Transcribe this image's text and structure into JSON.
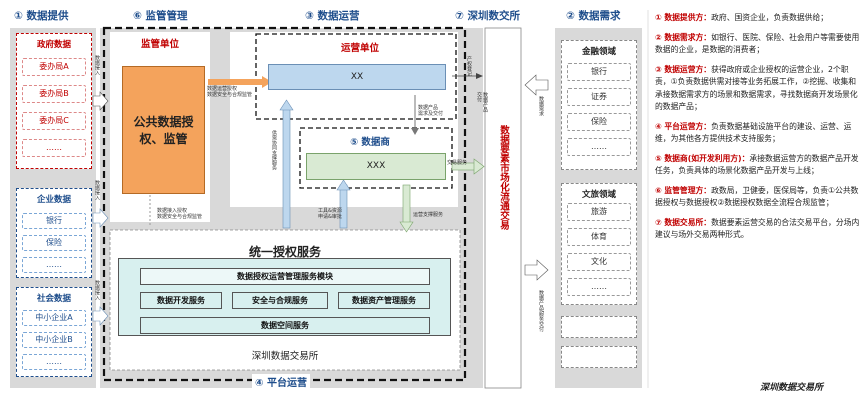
{
  "headers": {
    "h1": "① 数据提供",
    "h6": "⑥ 监管管理",
    "h3": "③ 数据运营",
    "h7": "⑦ 深圳数交所",
    "h2": "② 数据需求",
    "h4": "④ 平台运营",
    "h5": "⑤ 数据商"
  },
  "left": {
    "gov_title": "政府数据",
    "gov_items": [
      "委办局A",
      "委办局B",
      "委办局C",
      "……"
    ],
    "ent_title": "企业数据",
    "ent_items": [
      "银行",
      "保险",
      "……"
    ],
    "soc_title": "社会数据",
    "soc_items": [
      "中小企业A",
      "中小企业B",
      "……"
    ]
  },
  "supervise": {
    "title": "监管单位",
    "box_text": "公共数据授权、监管",
    "label_a": "数据运营授权\n数据安全与合规监管",
    "label_b": "数据接入授权\n数据安全与合规监管"
  },
  "operate": {
    "title": "运营单位",
    "unit_text": "XX",
    "dealer_text": "XXX",
    "label_product": "数据产品\n需求及交付",
    "label_tools": "工具&资源\n申请&审批",
    "label_ops": "运营支撑服务",
    "label_supply": "供需协同支撑服务",
    "label_service": "交易服务",
    "label_product_right": "数据产品\n交付"
  },
  "platform": {
    "title": "统一授权服务",
    "module": "数据授权运营管理服务模块",
    "svc1": "数据开发服务",
    "svc2": "安全与合规服务",
    "svc3": "数据资产管理服务",
    "svc4": "数据空间服务",
    "footer": "深圳数据交易所"
  },
  "left_vert_labels": [
    "数据接入",
    "数据接入",
    "数据接入"
  ],
  "market": {
    "title": "数据要素市场化流通交易",
    "left_lbl_top": "产权登记",
    "right_lbl_top": "数据需求",
    "right_lbl_bottom": "数据产品/服务交付"
  },
  "demand": {
    "fin_title": "金融领域",
    "fin_items": [
      "银行",
      "证券",
      "保险",
      "……"
    ],
    "cul_title": "文旅领域",
    "cul_items": [
      "旅游",
      "体育",
      "文化",
      "……"
    ]
  },
  "legend": [
    {
      "key": "① 数据提供方：",
      "text": "政府、国资企业，负责数据供给；"
    },
    {
      "key": "② 数据需求方：",
      "text": "如银行、医院、保险、社会用户等需要使用数据的企业，是数据的消费者；"
    },
    {
      "key": "③ 数据运营方：",
      "text": "获得政府或企业授权的运营企业，2个职责，①负责数据供需对接等业务拓展工作，②挖掘、收集和承接数据需求方的场景和数据需求，寻找数据商开发场景化的数据产品；"
    },
    {
      "key": "④ 平台运营方：",
      "text": "负责数据基础设施平台的建设、运营、运维，为其他各方提供技术支持服务；"
    },
    {
      "key": "⑤ 数据商(如开发利用方)：",
      "text": "承接数据运营方的数据产品开发任务，负责具体的场景化数据产品开发与上线；"
    },
    {
      "key": "⑥ 监管管理方：",
      "text": "政数局，卫健委，医保局等，负责①公共数据授权与数据授权②数据授权数据全流程合规监管；"
    },
    {
      "key": "⑦ 数据交易所：",
      "text": "数据要素运营交易的合法交易平台，分场内建议与场外交易两种形式。"
    }
  ],
  "watermark": "深圳数据交易所",
  "colors": {
    "header": "#1f4e8c",
    "red": "#c00000",
    "orange": "#f4a35c",
    "lightblue": "#bdd7ee",
    "lightgreen": "#d9ead3",
    "teal": "#d8f0ef"
  }
}
